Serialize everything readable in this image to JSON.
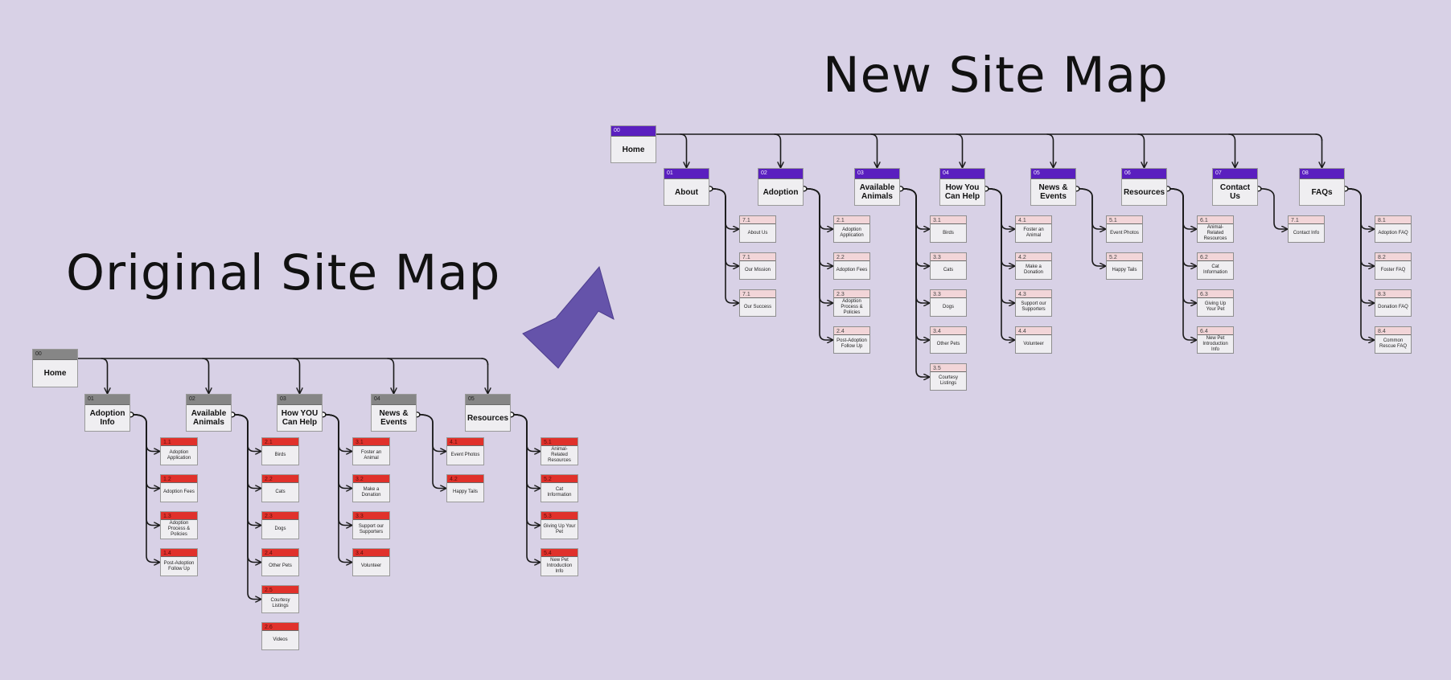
{
  "titles": {
    "original": "Original Site Map",
    "new": "New Site Map"
  },
  "colors": {
    "background": "#d8d1e6",
    "original_section_header": "#868686",
    "original_page_header": "#e0312b",
    "new_section_header": "#5a1fbf",
    "new_page_header": "#f2d5d8",
    "arrow": "#6553aa"
  },
  "original": {
    "home": {
      "num": "00",
      "label": "Home"
    },
    "sections": [
      {
        "num": "01",
        "label": "Adoption Info",
        "pages": [
          {
            "num": "1.1",
            "label": "Adoption Application"
          },
          {
            "num": "1.2",
            "label": "Adoption Fees"
          },
          {
            "num": "1.3",
            "label": "Adoption Process & Policies"
          },
          {
            "num": "1.4",
            "label": "Post-Adoption Follow Up"
          }
        ]
      },
      {
        "num": "02",
        "label": "Available Animals",
        "pages": [
          {
            "num": "2.1",
            "label": "Birds"
          },
          {
            "num": "2.2",
            "label": "Cats"
          },
          {
            "num": "2.3",
            "label": "Dogs"
          },
          {
            "num": "2.4",
            "label": "Other Pets"
          },
          {
            "num": "2.5",
            "label": "Courtesy Listings"
          },
          {
            "num": "2.6",
            "label": "Videos"
          }
        ]
      },
      {
        "num": "03",
        "label": "How YOU Can Help",
        "pages": [
          {
            "num": "3.1",
            "label": "Foster an Animal"
          },
          {
            "num": "3.2",
            "label": "Make a Donation"
          },
          {
            "num": "3.3",
            "label": "Support our Supporters"
          },
          {
            "num": "3.4",
            "label": "Volunteer"
          }
        ]
      },
      {
        "num": "04",
        "label": "News & Events",
        "pages": [
          {
            "num": "4.1",
            "label": "Event Photos"
          },
          {
            "num": "4.2",
            "label": "Happy Tails"
          }
        ]
      },
      {
        "num": "05",
        "label": "Resources",
        "pages": [
          {
            "num": "5.1",
            "label": "Animal-Related Resources"
          },
          {
            "num": "5.2",
            "label": "Cat Information"
          },
          {
            "num": "5.3",
            "label": "Giving Up Your Pet"
          },
          {
            "num": "5.4",
            "label": "New Pet Introduction Info"
          }
        ]
      }
    ]
  },
  "new": {
    "home": {
      "num": "00",
      "label": "Home"
    },
    "sections": [
      {
        "num": "01",
        "label": "About",
        "pages": [
          {
            "num": "7.1",
            "label": "About Us"
          },
          {
            "num": "7.1",
            "label": "Our Mission"
          },
          {
            "num": "7.1",
            "label": "Our Success"
          }
        ]
      },
      {
        "num": "02",
        "label": "Adoption",
        "pages": [
          {
            "num": "2.1",
            "label": "Adoption Application"
          },
          {
            "num": "2.2",
            "label": "Adoption Fees"
          },
          {
            "num": "2.3",
            "label": "Adoption Process & Policies"
          },
          {
            "num": "2.4",
            "label": "Post-Adoption Follow Up"
          }
        ]
      },
      {
        "num": "03",
        "label": "Available Animals",
        "pages": [
          {
            "num": "3.1",
            "label": "Birds"
          },
          {
            "num": "3.3",
            "label": "Cats"
          },
          {
            "num": "3.3",
            "label": "Dogs"
          },
          {
            "num": "3.4",
            "label": "Other Pets"
          },
          {
            "num": "3.5",
            "label": "Courtesy Listings"
          }
        ]
      },
      {
        "num": "04",
        "label": "How You Can Help",
        "pages": [
          {
            "num": "4.1",
            "label": "Foster an Animal"
          },
          {
            "num": "4.2",
            "label": "Make a Donation"
          },
          {
            "num": "4.3",
            "label": "Support our Supporters"
          },
          {
            "num": "4.4",
            "label": "Volunteer"
          }
        ]
      },
      {
        "num": "05",
        "label": "News & Events",
        "pages": [
          {
            "num": "5.1",
            "label": "Event Photos"
          },
          {
            "num": "5.2",
            "label": "Happy Tails"
          }
        ]
      },
      {
        "num": "06",
        "label": "Resources",
        "pages": [
          {
            "num": "6.1",
            "label": "Animal-Related Resources"
          },
          {
            "num": "6.2",
            "label": "Cat Information"
          },
          {
            "num": "6.3",
            "label": "Giving Up Your Pet"
          },
          {
            "num": "6.4",
            "label": "New Pet Introduction Info"
          }
        ]
      },
      {
        "num": "07",
        "label": "Contact Us",
        "pages": [
          {
            "num": "7.1",
            "label": "Contact Info"
          }
        ]
      },
      {
        "num": "08",
        "label": "FAQs",
        "pages": [
          {
            "num": "8.1",
            "label": "Adoption FAQ"
          },
          {
            "num": "8.2",
            "label": "Foster FAQ"
          },
          {
            "num": "8.3",
            "label": "Donation FAQ"
          },
          {
            "num": "8.4",
            "label": "Common Rescue FAQ"
          }
        ]
      }
    ]
  }
}
